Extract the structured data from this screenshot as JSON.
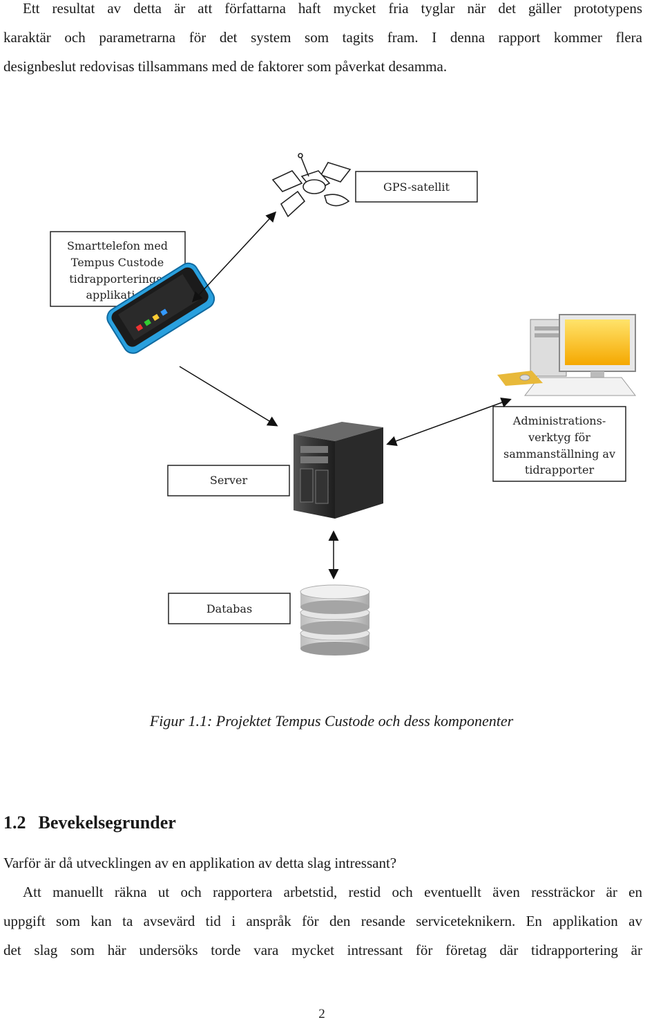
{
  "intro": {
    "lines": [
      "Ett resultat av detta är att författarna haft mycket fria tyglar när det gäller prototypens",
      "karaktär och parametrarna för det system som tagits fram. I denna rapport kommer flera",
      "designbeslut redovisas tillsammans med de faktorer som påverkat desamma."
    ]
  },
  "figure": {
    "labels": {
      "gps": "GPS-satellit",
      "phone_1": "Smarttelefon med",
      "phone_2": "Tempus Custode",
      "phone_3": "tidrapporterings-",
      "phone_4": "applikation",
      "server": "Server",
      "admin_1": "Administrations-",
      "admin_2": "verktyg för",
      "admin_3": "sammanställning av",
      "admin_4": "tidrapporter",
      "database": "Databas"
    },
    "caption": "Figur 1.1: Projektet Tempus Custode och dess komponenter"
  },
  "section": {
    "number": "1.2",
    "title": "Bevekelsegrunder",
    "question": "Varför är då utvecklingen av en applikation av detta slag intressant?",
    "body_lines": [
      "Att manuellt räkna ut och rapportera arbetstid, restid och eventuellt även ressträckor är en",
      "uppgift som kan ta avsevärd tid i anspråk för den resande serviceteknikern. En applikation av",
      "det slag som här undersöks torde vara mycket intressant för företag där tidrapportering är"
    ]
  },
  "page_number": "2"
}
